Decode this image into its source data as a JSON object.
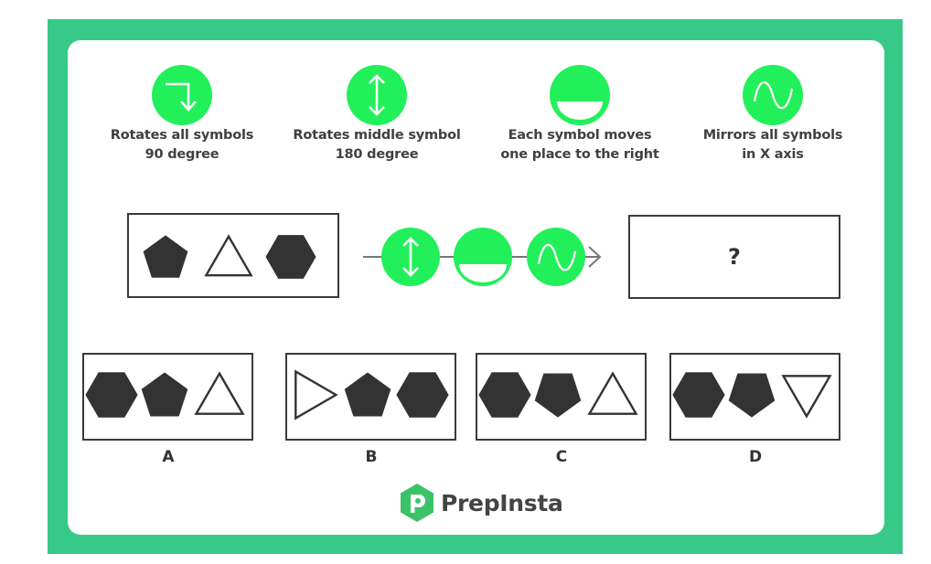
{
  "colors": {
    "frame": "#36c987",
    "operator_green": "#22f05a",
    "shape_fill": "#333333",
    "logo_green": "#3cc36a"
  },
  "operators": [
    {
      "id": "rotate-all",
      "icon": "turn-down-arrow-icon",
      "label": "Rotates all symbols\n90 degree"
    },
    {
      "id": "rotate-middle",
      "icon": "vertical-double-arrow-icon",
      "label": "Rotates middle symbol\n180 degree"
    },
    {
      "id": "shift-right",
      "icon": "half-circle-icon",
      "label": "Each symbol moves\none place to the right"
    },
    {
      "id": "mirror-x",
      "icon": "sine-wave-icon",
      "label": "Mirrors all symbols\nin X axis"
    }
  ],
  "question": {
    "input_shapes": [
      "pentagon-filled",
      "triangle-outline-up",
      "hexagon-filled"
    ],
    "operator_chain": [
      "vertical-double-arrow-icon",
      "half-circle-icon",
      "sine-wave-icon"
    ],
    "answer_placeholder": "?"
  },
  "options": [
    {
      "label": "A",
      "shapes": [
        "hexagon-filled",
        "pentagon-filled",
        "triangle-outline-up"
      ]
    },
    {
      "label": "B",
      "shapes": [
        "triangle-outline-right",
        "pentagon-filled",
        "hexagon-filled"
      ]
    },
    {
      "label": "C",
      "shapes": [
        "hexagon-filled",
        "pentagon-filled-down",
        "triangle-outline-up"
      ]
    },
    {
      "label": "D",
      "shapes": [
        "hexagon-filled",
        "pentagon-filled-down",
        "triangle-outline-down"
      ]
    }
  ],
  "brand": {
    "name": "PrepInsta"
  }
}
